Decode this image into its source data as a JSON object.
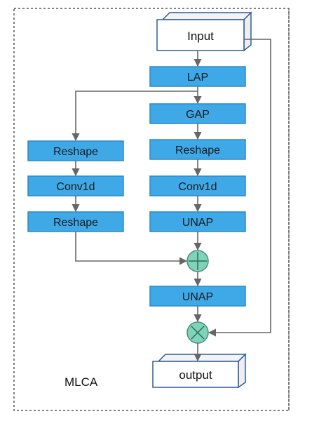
{
  "diagram": {
    "caption": "MLCA",
    "input_label": "Input",
    "output_label": "output",
    "right_column": {
      "lap": "LAP",
      "gap": "GAP",
      "reshape": "Reshape",
      "conv1d": "Conv1d",
      "unap": "UNAP"
    },
    "left_column": {
      "reshape_top": "Reshape",
      "conv1d": "Conv1d",
      "reshape_bottom": "Reshape"
    },
    "unap_after_add": "UNAP",
    "operators": {
      "add": "add-circle",
      "multiply": "multiply-circle"
    },
    "colors": {
      "block_fill": "#3fa9e8",
      "block_stroke": "#2a8bc9",
      "operator_fill": "#7ed3b8",
      "arrow": "#666666",
      "frame": "#555555"
    }
  }
}
